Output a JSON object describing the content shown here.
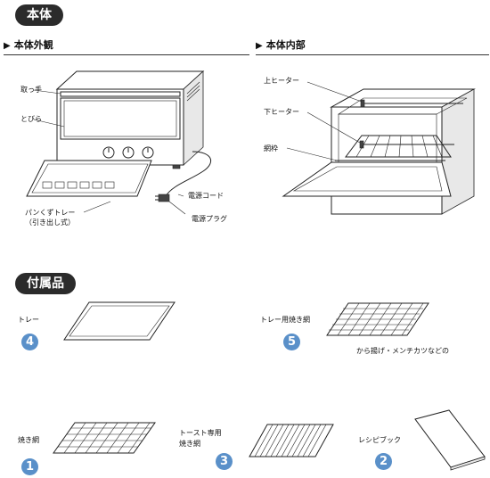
{
  "section_main": "本体",
  "section_accessories": "付属品",
  "exterior": {
    "heading": "本体外観",
    "handle": "取っ手",
    "door": "とびら",
    "crumb_tray_line1": "パンくずトレー",
    "crumb_tray_line2": "（引き出し式）",
    "power_cord": "電源コード",
    "power_plug": "電源プラグ"
  },
  "interior": {
    "heading": "本体内部",
    "upper_heater": "上ヒーター",
    "lower_heater": "下ヒーター",
    "rack_frame": "網枠"
  },
  "accessories": [
    {
      "number": "4",
      "label": "トレー"
    },
    {
      "number": "5",
      "label": "トレー用焼き網",
      "note": "から揚げ・メンチカツなどの"
    },
    {
      "number": "1",
      "label": "焼き網"
    },
    {
      "number": "3",
      "label_line1": "トースト専用",
      "label_line2": "焼き網"
    },
    {
      "number": "2",
      "label": "レシピブック"
    }
  ],
  "colors": {
    "badge": "#5a90c9",
    "pill": "#2b2b2b"
  }
}
